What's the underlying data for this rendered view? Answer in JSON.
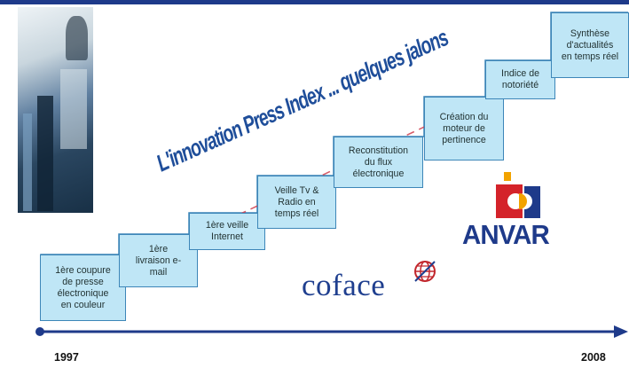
{
  "title": "L'innovation Press Index ... quelques jalons",
  "steps": [
    "1ère coupure\nde presse\nélectronique\nen couleur",
    "1ère\nlivraison e-\nmail",
    "1ère veille\nInternet",
    "Veille Tv &\nRadio en\ntemps réel",
    "Reconstitution\ndu flux\nélectronique",
    "Création du\nmoteur de\npertinence",
    "Indice de\nnotoriété",
    "Synthèse\nd'actualités\nen temps réel"
  ],
  "logos": {
    "coface": "coface",
    "anvar": "ANVAR"
  },
  "timeline": {
    "start_year": "1997",
    "end_year": "2008"
  },
  "colors": {
    "step_fill": "#bfe6f6",
    "step_border": "#3d86b8",
    "title": "#1f4e9a",
    "timeline": "#1e3a8a",
    "arrow_dash": "#d04050"
  }
}
